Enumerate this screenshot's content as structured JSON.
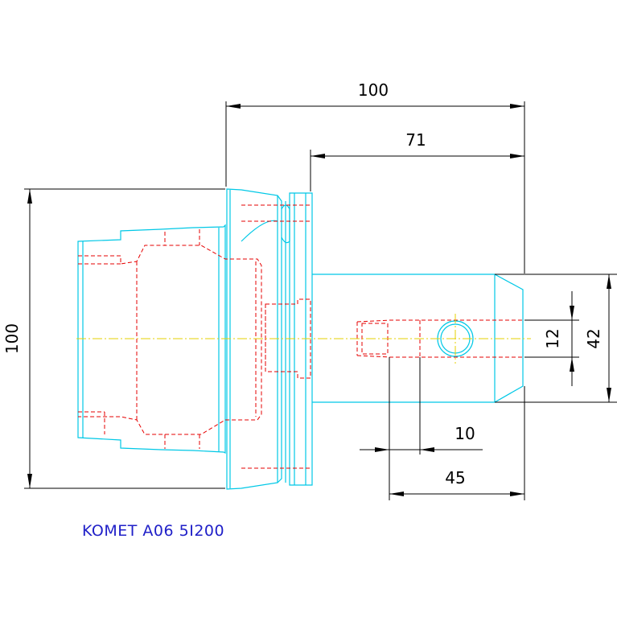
{
  "dimensions": {
    "overall_length": "100",
    "shank_length": "71",
    "flange_diameter": "100",
    "shank_diameter": "42",
    "bore_diameter": "12",
    "screw_offset": "10",
    "screw_position": "45"
  },
  "caption": {
    "text": "KOMET A06 5I200",
    "color": "#2020c8"
  },
  "colors": {
    "outline": "#00c8e6",
    "hidden_lines": "#e60000",
    "centerline": "#e6d200",
    "dimensions": "#000000"
  }
}
